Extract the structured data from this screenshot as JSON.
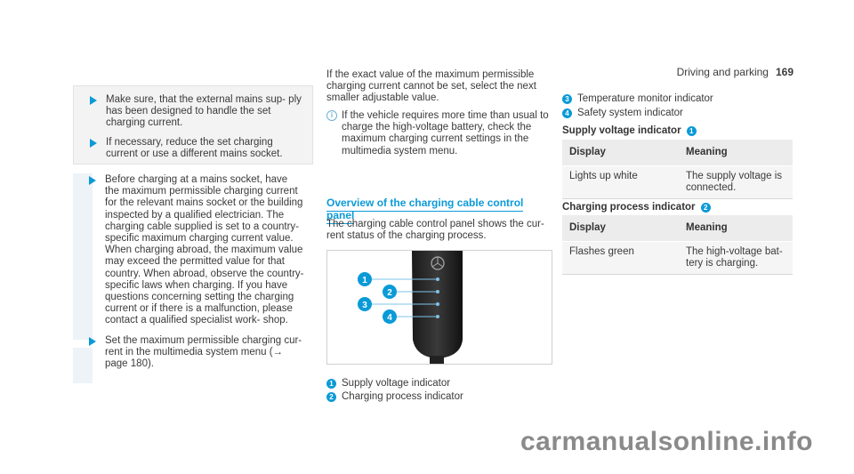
{
  "header": {
    "section": "Driving and parking",
    "page": "169"
  },
  "left": {
    "box_steps": [
      "Make sure, that the external mains sup- ply has been designed to handle the set charging current.",
      "If necessary, reduce the set charging current or use a different mains socket."
    ],
    "steps": [
      "Before charging at a mains socket, have the maximum permissible charging current for the relevant mains socket or the building inspected by a qualified electrician. The charging cable supplied is set to a country- specific maximum charging current value. When charging abroad, the maximum value may exceed the permitted value for that country. When abroad, observe the country- specific laws when charging. If you have questions concerning setting the charging current or if there is a malfunction, please contact a qualified specialist work- shop.",
      "Set the maximum permissible charging cur- rent in the multimedia system menu (→ page 180)."
    ]
  },
  "middle": {
    "intro": "If the exact value of the maximum permissible charging current cannot be set, select the next smaller adjustable value.",
    "info": "If the vehicle requires more time than usual to charge the high-voltage battery, check the maximum charging current settings in the multimedia system menu.",
    "section_title": "Overview of the charging cable control panel",
    "section_text": "The charging cable control panel shows the cur- rent status of the charging process.",
    "legend": [
      {
        "num": "1",
        "text": "Supply voltage indicator"
      },
      {
        "num": "2",
        "text": "Charging process indicator"
      }
    ]
  },
  "right": {
    "legend": [
      {
        "num": "3",
        "text": "Temperature monitor indicator"
      },
      {
        "num": "4",
        "text": "Safety system indicator"
      }
    ],
    "table1": {
      "title": "Supply voltage indicator",
      "title_num": "1",
      "headers": [
        "Display",
        "Meaning"
      ],
      "rows": [
        [
          "Lights up white",
          "The supply voltage is connected."
        ]
      ]
    },
    "table2": {
      "title": "Charging process indicator",
      "title_num": "2",
      "headers": [
        "Display",
        "Meaning"
      ],
      "rows": [
        [
          "Flashes green",
          "The high-voltage bat- tery is charging."
        ]
      ]
    }
  },
  "figure": {
    "callouts": [
      "1",
      "2",
      "3",
      "4"
    ]
  },
  "watermark": "carmanualsonline.info",
  "colors": {
    "accent": "#0b9ad8",
    "text": "#3a3a3a"
  }
}
